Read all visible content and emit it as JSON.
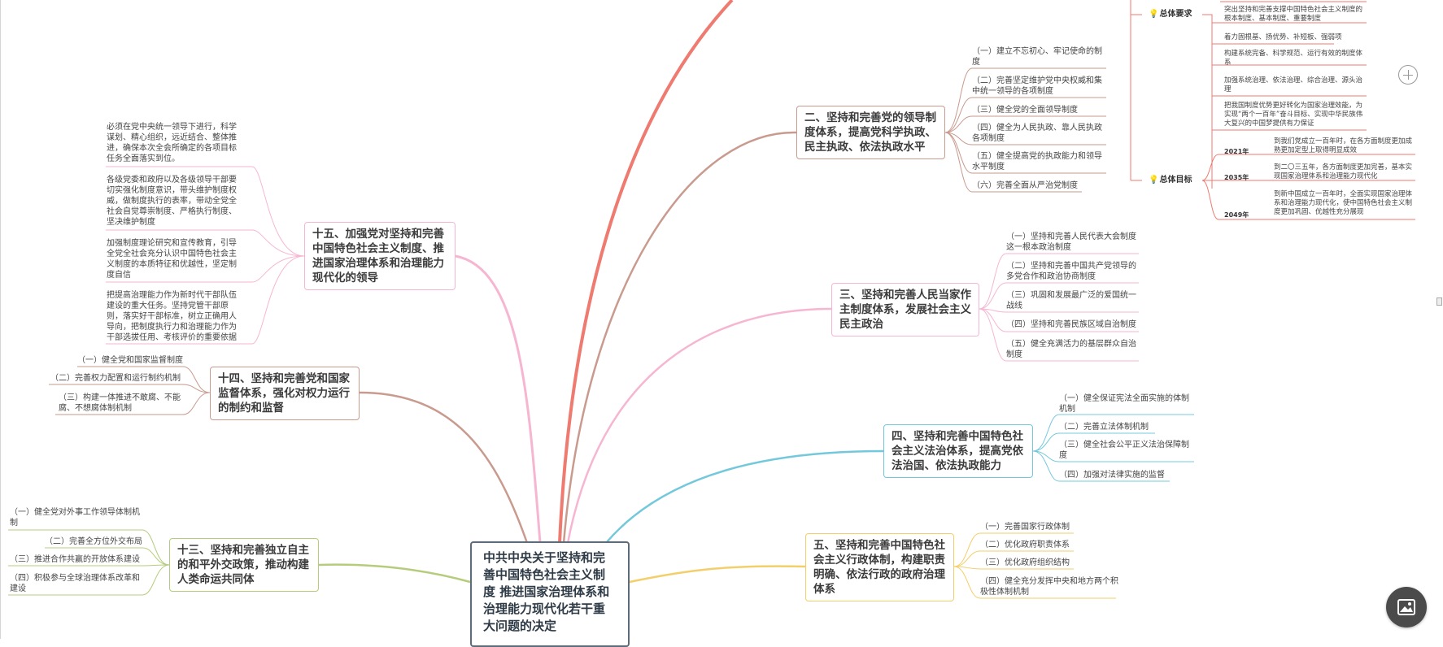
{
  "central": "中共中央关于坚持和完善中国特色社会主义制度 推进国家治理体系和治理能力现代化若干重大问题的决定",
  "colors": {
    "red": "#ef7a70",
    "brown": "#c99a8e",
    "pink": "#f6b6d2",
    "blue": "#74c8dc",
    "yellow": "#f2cf6a",
    "green": "#b5cc7c",
    "central_border": "#5e6b78"
  },
  "icons": [
    "bulb-icon",
    "plus-icon",
    "image-icon"
  ],
  "branches": {
    "b1": {
      "zongti_yaoqiu": {
        "label": "总体要求",
        "items": [
          "突出坚持和完善支撑中国特色社会主义制度的根本制度、基本制度、重要制度",
          "着力固根基、扬优势、补短板、强弱项",
          "构建系统完备、科学规范、运行有效的制度体系",
          "加强系统治理、依法治理、综合治理、源头治理",
          "把我国制度优势更好转化为国家治理效能，为实现“两个一百年”奋斗目标、实现中华民族伟大复兴的中国梦提供有力保证"
        ]
      },
      "zongti_mubiao": {
        "label": "总体目标",
        "items": [
          {
            "year": "2021年",
            "text": "到我们党成立一百年时，在各方面制度更加成熟更加定型上取得明显成效"
          },
          {
            "year": "2035年",
            "text": "到二〇三五年，各方面制度更加完善，基本实现国家治理体系和治理能力现代化"
          },
          {
            "year": "2049年",
            "text": "到新中国成立一百年时，全面实现国家治理体系和治理能力现代化，使中国特色社会主义制度更加巩固、优越性充分展现"
          }
        ]
      }
    },
    "b2": {
      "title": "二、坚持和完善党的领导制度体系，提高党科学执政、民主执政、依法执政水平",
      "items": [
        "（一）建立不忘初心、牢记使命的制度",
        "（二）完善坚定维护党中央权威和集中统一领导的各项制度",
        "（三）健全党的全面领导制度",
        "（四）健全为人民执政、靠人民执政各项制度",
        "（五）健全提高党的执政能力和领导水平制度",
        "（六）完善全面从严治党制度"
      ]
    },
    "b3": {
      "title": "三、坚持和完善人民当家作主制度体系，发展社会主义民主政治",
      "items": [
        "（一）坚持和完善人民代表大会制度这一根本政治制度",
        "（二）坚持和完善中国共产党领导的多党合作和政治协商制度",
        "（三）巩固和发展最广泛的爱国统一战线",
        "（四）坚持和完善民族区域自治制度",
        "（五）健全充满活力的基层群众自治制度"
      ]
    },
    "b4": {
      "title": "四、坚持和完善中国特色社会主义法治体系，提高党依法治国、依法执政能力",
      "items": [
        "（一）健全保证宪法全面实施的体制机制",
        "（二）完善立法体制机制",
        "（三）健全社会公平正义法治保障制度",
        "（四）加强对法律实施的监督"
      ]
    },
    "b5": {
      "title": "五、坚持和完善中国特色社会主义行政体制，构建职责明确、依法行政的政府治理体系",
      "items": [
        "（一）完善国家行政体制",
        "（二）优化政府职责体系",
        "（三）优化政府组织结构",
        "（四）健全充分发挥中央和地方两个积极性体制机制"
      ]
    },
    "b13": {
      "title": "十三、坚持和完善独立自主的和平外交政策，推动构建人类命运共同体",
      "items": [
        "（一）健全党对外事工作领导体制机制",
        "（二）完善全方位外交布局",
        "（三）推进合作共赢的开放体系建设",
        "（四）积极参与全球治理体系改革和建设"
      ]
    },
    "b14": {
      "title": "十四、坚持和完善党和国家监督体系，强化对权力运行的制约和监督",
      "items": [
        "（一）健全党和国家监督制度",
        "（二）完善权力配置和运行制约机制",
        "（三）构建一体推进不敢腐、不能腐、不想腐体制机制"
      ]
    },
    "b15": {
      "title": "十五、加强党对坚持和完善中国特色社会主义制度、推进国家治理体系和治理能力现代化的领导",
      "items": [
        "必须在党中央统一领导下进行，科学谋划、精心组织，远近结合、整体推进，确保本次全会所确定的各项目标任务全面落实到位。",
        "各级党委和政府以及各级领导干部要切实强化制度意识，带头维护制度权威，做制度执行的表率，带动全党全社会自觉尊崇制度、严格执行制度、坚决维护制度",
        "加强制度理论研究和宣传教育，引导全党全社会充分认识中国特色社会主义制度的本质特征和优越性，坚定制度自信",
        "把提高治理能力作为新时代干部队伍建设的重大任务。坚持党管干部原则，落实好干部标准，树立正确用人导向，把制度执行力和治理能力作为干部选拔任用、考核评价的重要依据"
      ]
    }
  }
}
